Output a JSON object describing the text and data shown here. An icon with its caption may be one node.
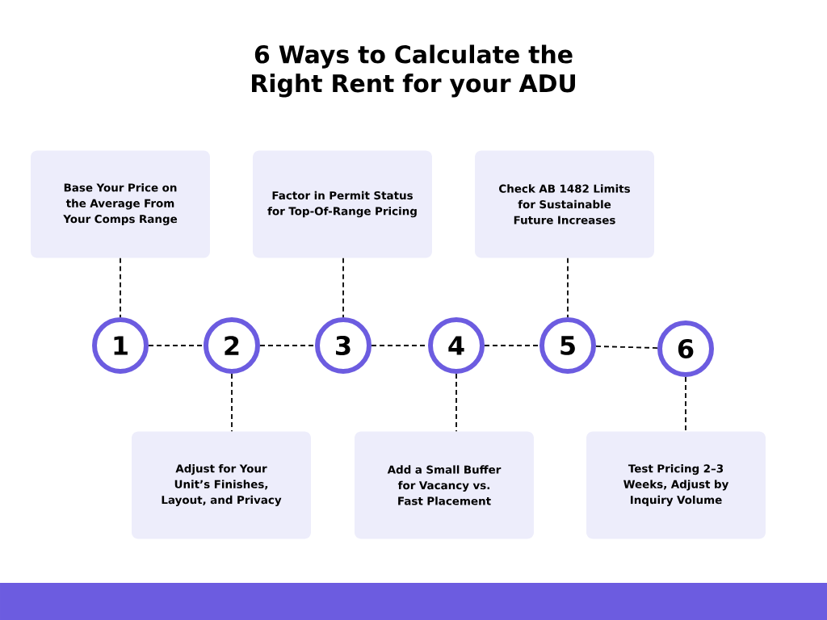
{
  "diagram": {
    "title": "6 Ways to Calculate the Right Rent for your ADU",
    "nodes": [
      {
        "text": [
          "Base Your Price on the Average From Your Comps Range"
        ]
      },
      {
        "text": [
          "Factor in Permit Status for Top-Of-Range Pricing"
        ]
      },
      {
        "text": [
          "Check AB 1482 Limits for Sustainable Future Increases"
        ]
      },
      {
        "text": [
          "1"
        ]
      },
      {
        "text": [
          "2"
        ]
      },
      {
        "text": [
          "3"
        ]
      },
      {
        "text": [
          "4"
        ]
      },
      {
        "text": [
          "5"
        ]
      },
      {
        "text": [
          "6"
        ]
      },
      {
        "text": [
          "Adjust for Your Unit’s Finishes, Layout, and Privacy"
        ]
      },
      {
        "text": [
          "Add a Small Buffer for Vacancy vs. Fast Placement"
        ]
      },
      {
        "text": [
          "Test Pricing 2–3 Weeks, Adjust by Inquiry Volume"
        ]
      }
    ],
    "edges": [
      {
        "from": 0,
        "to": 3,
        "arrow": "none",
        "style": "dashed"
      },
      {
        "from": 1,
        "to": 5,
        "arrow": "none",
        "style": "dashed"
      },
      {
        "from": 2,
        "to": 7,
        "arrow": "none",
        "style": "dashed"
      },
      {
        "from": 3,
        "to": 4,
        "arrow": "none",
        "style": "dashed"
      },
      {
        "from": 4,
        "to": 5,
        "arrow": "none",
        "style": "dashed"
      },
      {
        "from": 5,
        "to": 6,
        "arrow": "none",
        "style": "dashed"
      },
      {
        "from": 6,
        "to": 7,
        "arrow": "none",
        "style": "dashed"
      },
      {
        "from": 7,
        "to": 8,
        "arrow": "none",
        "style": "dashed"
      },
      {
        "from": 4,
        "to": 9,
        "arrow": "none",
        "style": "dashed"
      },
      {
        "from": 6,
        "to": 10,
        "arrow": "none",
        "style": "dashed"
      },
      {
        "from": 8,
        "to": 11,
        "arrow": "none",
        "style": "dashed"
      }
    ]
  }
}
